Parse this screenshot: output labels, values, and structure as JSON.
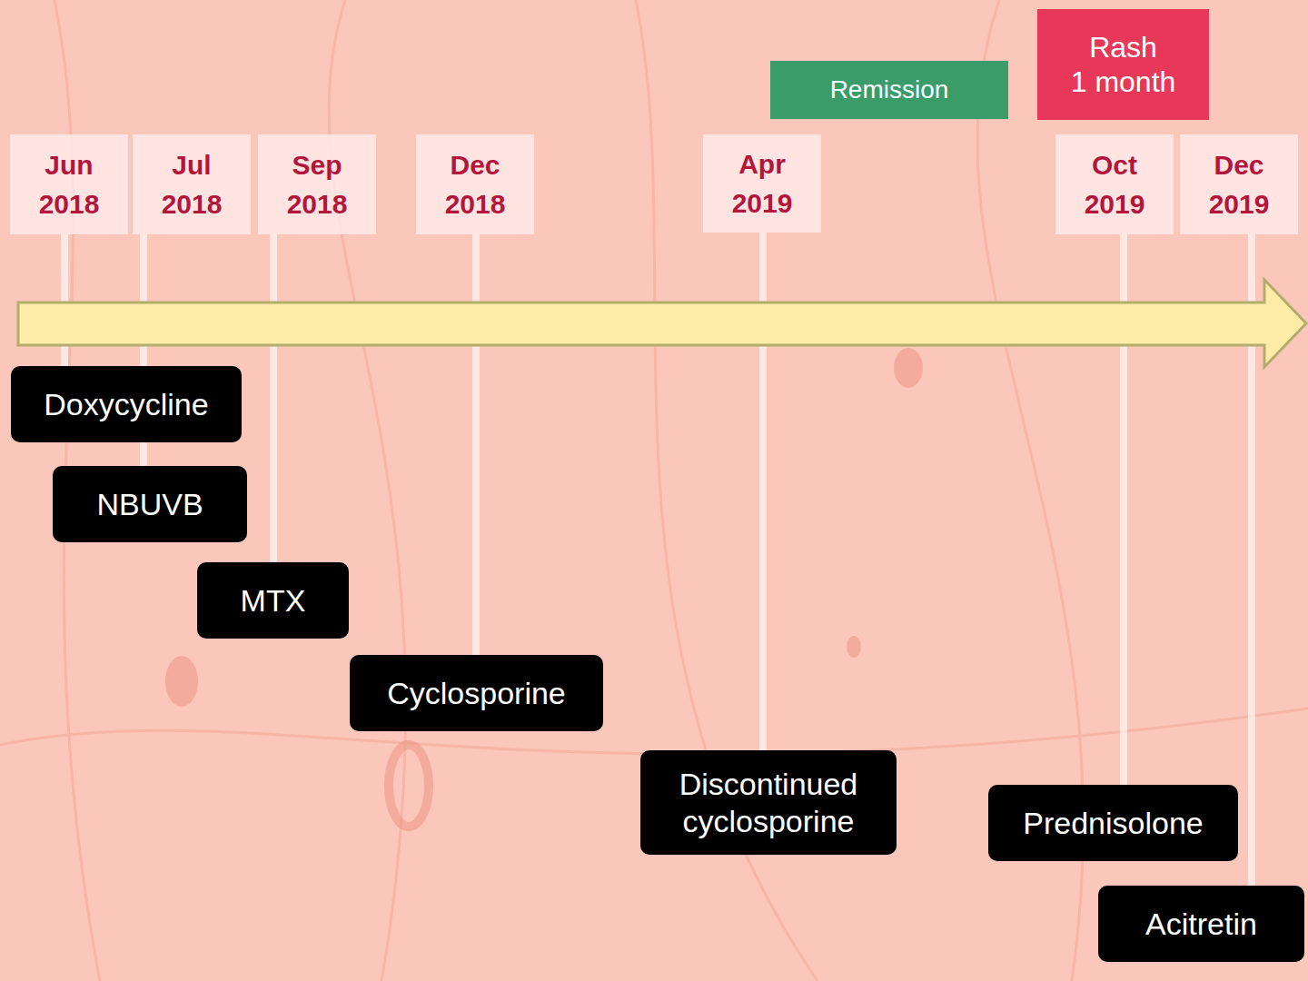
{
  "diagram": {
    "nodes": [
      {
        "text": [
          "Remission"
        ]
      },
      {
        "text": [
          "Rash 1 month"
        ]
      },
      {
        "text": [
          "Jun 2018"
        ]
      },
      {
        "text": [
          "Jul 2018"
        ]
      },
      {
        "text": [
          "Sep 2018"
        ]
      },
      {
        "text": [
          "Dec 2018"
        ]
      },
      {
        "text": [
          "Apr 2019"
        ]
      },
      {
        "text": [
          "Oct 2019"
        ]
      },
      {
        "text": [
          "Dec 2019"
        ]
      },
      {
        "text": [
          "Doxycycline"
        ]
      },
      {
        "text": [
          "NBUVB"
        ]
      },
      {
        "text": [
          "MTX"
        ]
      },
      {
        "text": [
          "Cyclosporine"
        ]
      },
      {
        "text": [
          "Discontinued cyclosporine"
        ]
      },
      {
        "text": [
          "Prednisolone"
        ]
      },
      {
        "text": [
          "Acitretin"
        ]
      }
    ]
  }
}
